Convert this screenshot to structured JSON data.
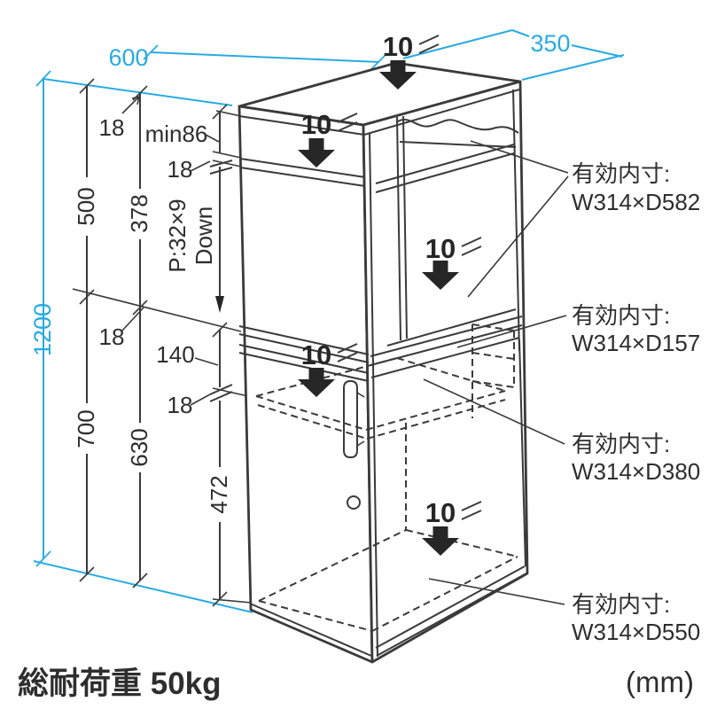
{
  "dims": {
    "depth": "600",
    "width": "350",
    "height": "1200",
    "top_panel": "18",
    "top_gap": "min86",
    "shelf_thickness": "18",
    "upper_outer": "500",
    "upper_inner": "378",
    "pitch_line1": "P:32×9",
    "pitch_line2": "Down",
    "divider_thickness": "18",
    "lower_gap": "140",
    "lower_shelf_thickness": "18",
    "lower_outer": "700",
    "lower_inner": "630",
    "lower_bottom": "472"
  },
  "load_marks": [
    "10",
    "10",
    "10",
    "10",
    "10"
  ],
  "annotations": [
    {
      "label": "有効内寸:",
      "value": "W314×D582"
    },
    {
      "label": "有効内寸:",
      "value": "W314×D157"
    },
    {
      "label": "有効内寸:",
      "value": "W314×D380"
    },
    {
      "label": "有効内寸:",
      "value": "W314×D550"
    }
  ],
  "footer": {
    "load_capacity": "総耐荷重 50kg",
    "unit": "(mm)"
  },
  "colors": {
    "accent": "#29ABE2",
    "line": "#3a3a3a"
  }
}
